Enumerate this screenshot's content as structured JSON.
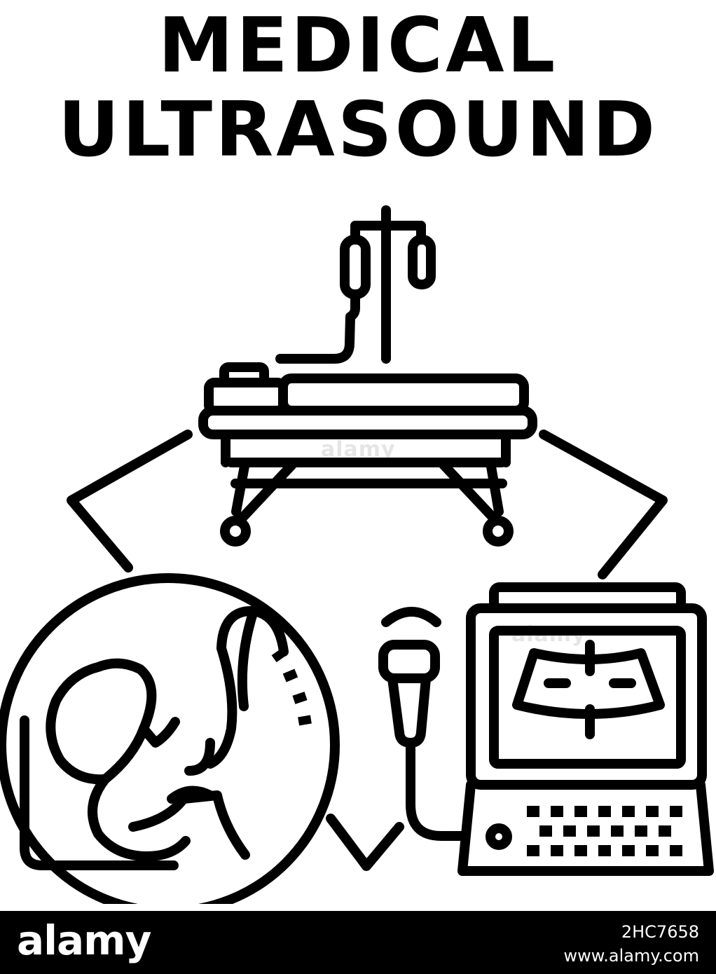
{
  "title": {
    "line1": "MEDICAL",
    "line2": "ULTRASOUND"
  },
  "watermark": {
    "text": "alamy"
  },
  "footer": {
    "brand": "alamy",
    "image_code": "2HC7658",
    "site": "www.alamy.com"
  },
  "colors": {
    "ink": "#000000",
    "background": "#ffffff"
  }
}
